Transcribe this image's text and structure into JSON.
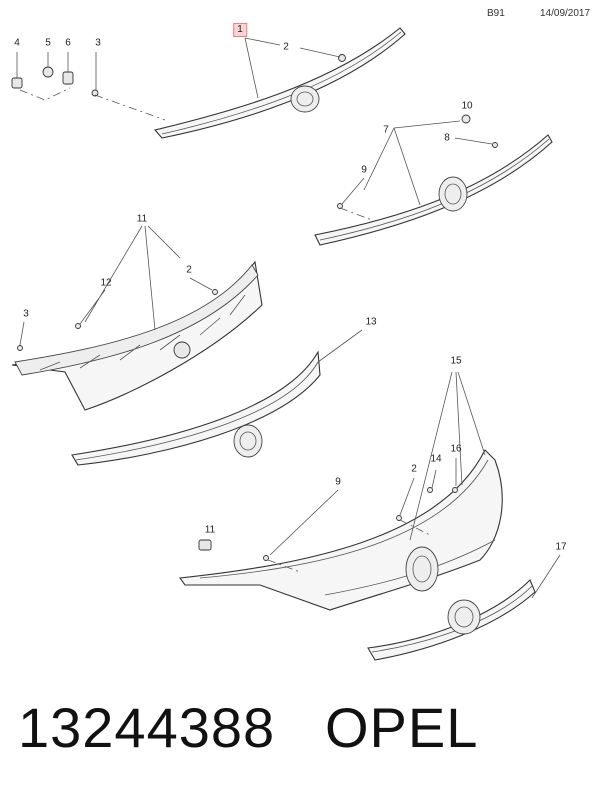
{
  "header": {
    "code": "B91",
    "date": "14/09/2017"
  },
  "callouts": [
    {
      "label": "1",
      "highlighted": true
    },
    {
      "label": "2"
    },
    {
      "label": "4"
    },
    {
      "label": "5"
    },
    {
      "label": "6"
    },
    {
      "label": "3"
    },
    {
      "label": "10"
    },
    {
      "label": "7"
    },
    {
      "label": "8"
    },
    {
      "label": "9"
    },
    {
      "label": "11"
    },
    {
      "label": "12"
    },
    {
      "label": "2"
    },
    {
      "label": "3"
    },
    {
      "label": "13"
    },
    {
      "label": "15"
    },
    {
      "label": "9"
    },
    {
      "label": "2"
    },
    {
      "label": "14"
    },
    {
      "label": "16"
    },
    {
      "label": "11"
    },
    {
      "label": "17"
    }
  ],
  "footer": {
    "part_number": "13244388",
    "brand": "OPEL"
  },
  "colors": {
    "highlight_fill": "#fbd3d3",
    "highlight_border": "#dd8888"
  }
}
